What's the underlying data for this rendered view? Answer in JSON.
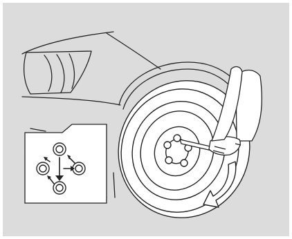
{
  "illustration": {
    "subject": "tire-change-lug-nut-tightening",
    "background_color": "#dcdcdc",
    "line_color": "#222222",
    "fill_color": "#ffffff",
    "icons": {
      "car": "car-front-fender-icon",
      "tire": "spare-tire-icon",
      "hands": "hands-with-wrench-icon",
      "rotation_arrow": "rotation-arrow-icon",
      "inset": "lug-nut-pattern-icon"
    },
    "lug_nuts_in_pattern": 4,
    "tighten_direction": "clockwise"
  }
}
